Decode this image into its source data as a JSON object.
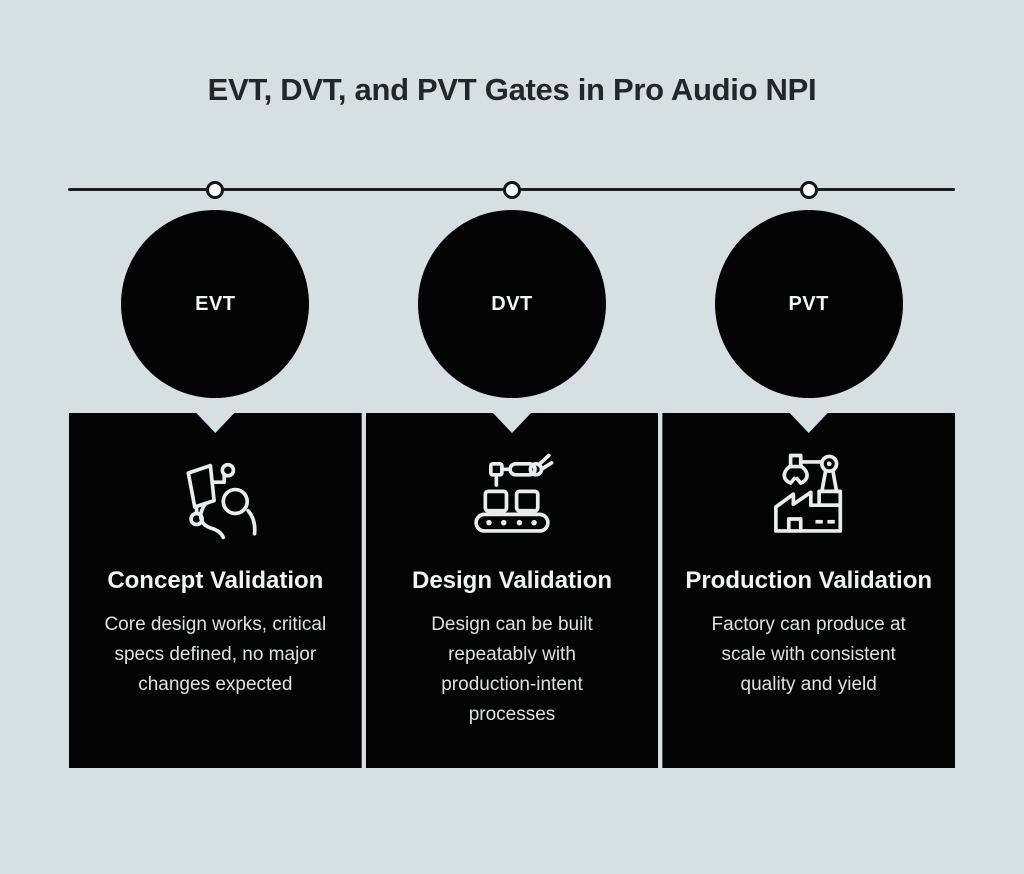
{
  "title": "EVT, DVT, and PVT Gates in Pro Audio NPI",
  "colors": {
    "background": "#d6e0e2",
    "card_black": "#040404",
    "title_text": "#22272b",
    "card_title_text": "#f2f4f4",
    "card_desc_text": "#dce1e1",
    "timeline_line": "#1b1f20",
    "timeline_node_fill": "#fbfdfd"
  },
  "timeline": {
    "node_count": 3
  },
  "stages": [
    {
      "gate_label": "EVT",
      "icon": "concept-review-person-icon",
      "card_title": "Concept Validation",
      "card_description": "Core design works, critical\nspecs defined, no major\nchanges expected"
    },
    {
      "gate_label": "DVT",
      "icon": "robotic-assembly-line-icon",
      "card_title": "Design Validation",
      "card_description": "Design can be built\nrepeatably with\nproduction-intent\nprocesses"
    },
    {
      "gate_label": "PVT",
      "icon": "smart-factory-claw-icon",
      "card_title": "Production Validation",
      "card_description": "Factory can produce at\nscale with consistent\nquality and yield"
    }
  ]
}
